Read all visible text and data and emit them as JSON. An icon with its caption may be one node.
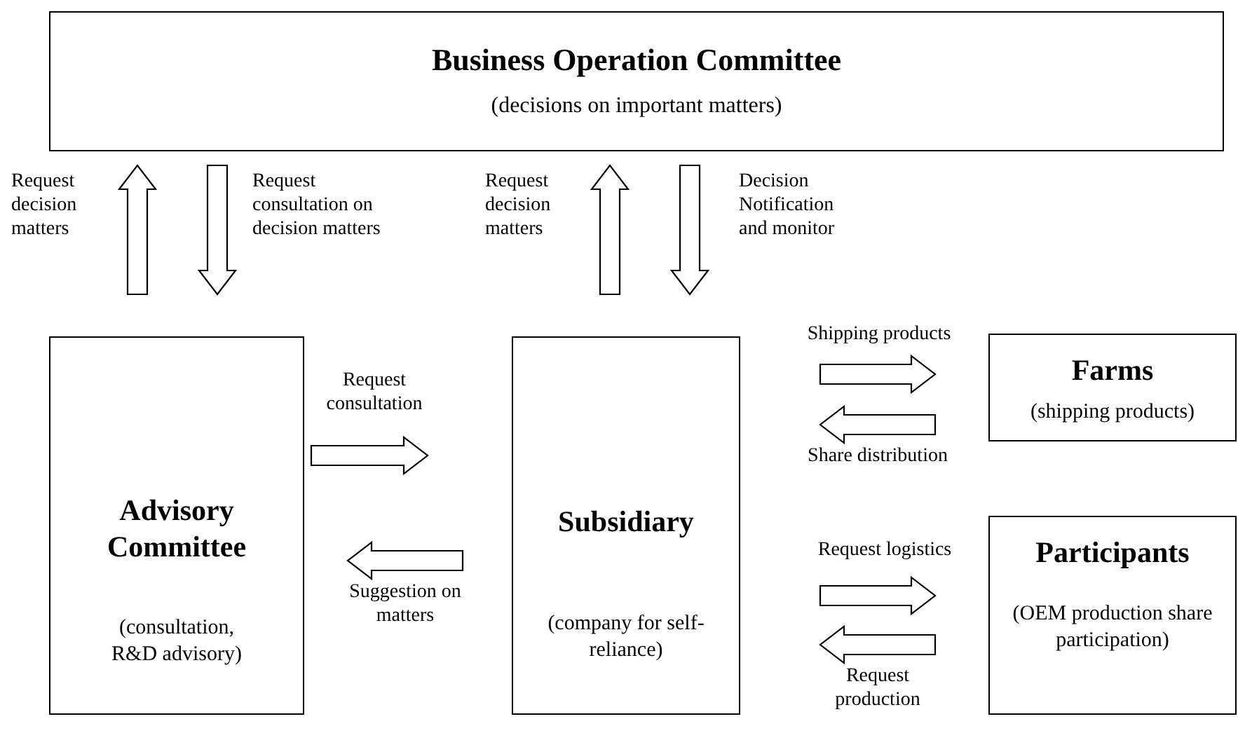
{
  "diagram": {
    "nodes": [
      {
        "text": [
          "Business Operation Committee",
          "(decisions on important matters)"
        ]
      },
      {
        "text": [
          "Advisory Committee",
          "(consultation, R&D advisory)"
        ]
      },
      {
        "text": [
          "Subsidiary",
          "(company for self-reliance)"
        ]
      },
      {
        "text": [
          "Farms",
          "(shipping products)"
        ]
      },
      {
        "text": [
          "Participants",
          "(OEM production share participation)"
        ]
      }
    ],
    "edges": [
      {
        "from": 1,
        "to": 0,
        "arrow": "to",
        "label": "Request decision matters"
      },
      {
        "from": 0,
        "to": 1,
        "arrow": "to",
        "label": "Request consultation on decision matters"
      },
      {
        "from": 2,
        "to": 0,
        "arrow": "to",
        "label": "Request decision matters"
      },
      {
        "from": 0,
        "to": 2,
        "arrow": "to",
        "label": "Decision Notification and monitor"
      },
      {
        "from": 1,
        "to": 2,
        "arrow": "to",
        "label": "Request consultation"
      },
      {
        "from": 2,
        "to": 1,
        "arrow": "to",
        "label": "Suggestion on matters"
      },
      {
        "from": 2,
        "to": 3,
        "arrow": "to",
        "label": "Shipping products"
      },
      {
        "from": 3,
        "to": 2,
        "arrow": "to",
        "label": "Share distribution"
      },
      {
        "from": 2,
        "to": 4,
        "arrow": "to",
        "label": "Request logistics"
      },
      {
        "from": 4,
        "to": 2,
        "arrow": "to",
        "label": "Request production"
      }
    ]
  }
}
